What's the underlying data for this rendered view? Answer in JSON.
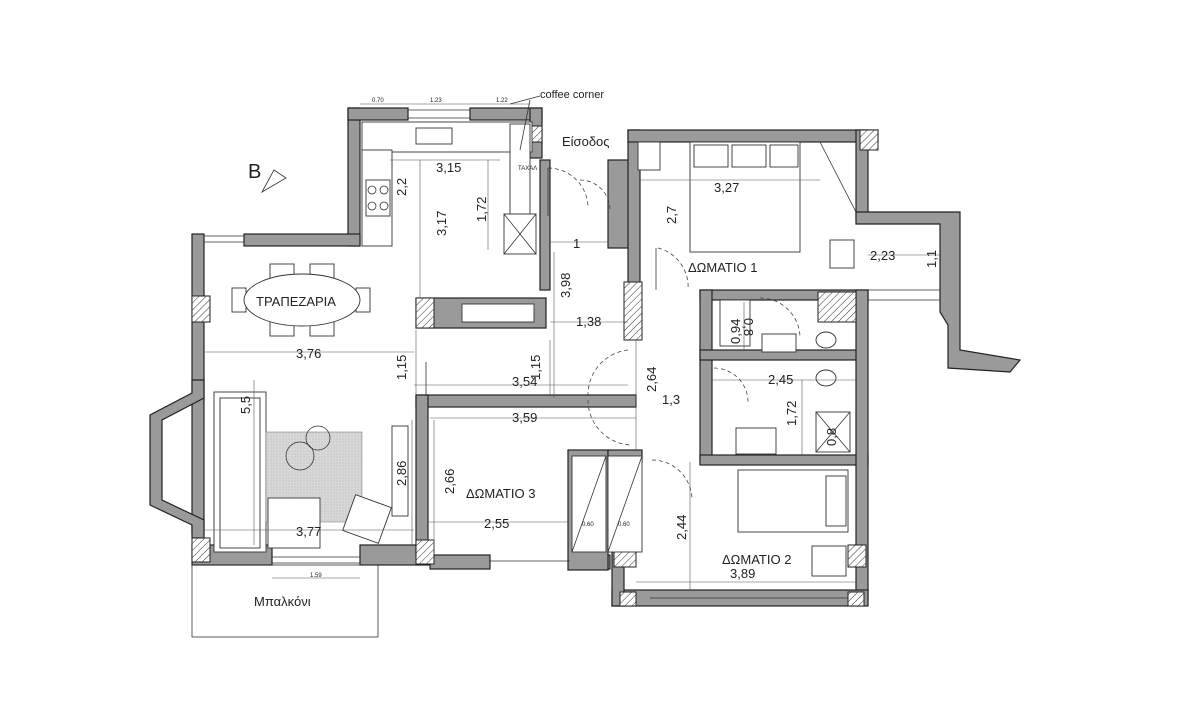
{
  "north_mark": "B",
  "annotations": {
    "coffee_corner": "coffee corner",
    "entrance": "Είσοδος",
    "kitchen_tag": "ΤΑΧΑΛ"
  },
  "rooms": {
    "dining": "ΤΡΑΠΕΖΑΡΙΑ",
    "room1": "ΔΩΜΑΤΙΟ 1",
    "room2": "ΔΩΜΑΤΙΟ 2",
    "room3": "ΔΩΜΑΤΙΟ 3",
    "balcony": "Μπαλκόνι"
  },
  "dimensions": {
    "top_070": "0.70",
    "top_123": "1.23",
    "top_122": "1.22",
    "kitchen_width": "3,15",
    "kitchen_22": "2,2",
    "kitchen_317": "3,17",
    "kitchen_172": "1,72",
    "corridor_1": "1",
    "corridor_398": "3,98",
    "room1_width": "3,27",
    "room1_27": "2,7",
    "room1_223": "2,23",
    "room1_11": "1,1",
    "wc_094": "0,94",
    "wc_08a": "0,8",
    "corr_138": "1,38",
    "dining_376": "3,76",
    "dining_115": "1,15",
    "hall_115": "1,15",
    "hall_354": "3,54",
    "hall_264": "2,64",
    "hall_13": "1,3",
    "bath_245": "2,45",
    "bath_172": "1,72",
    "bath_08b": "0,8",
    "living_55": "5,5",
    "room3_359": "3,59",
    "room3_286": "2,86",
    "room3_266": "2,66",
    "room3_255": "2,55",
    "closet_060a": "0.60",
    "closet_060b": "0.60",
    "living_377": "3,77",
    "room2_244": "2,44",
    "room2_389": "3,89",
    "balcony_159": "1.59"
  }
}
